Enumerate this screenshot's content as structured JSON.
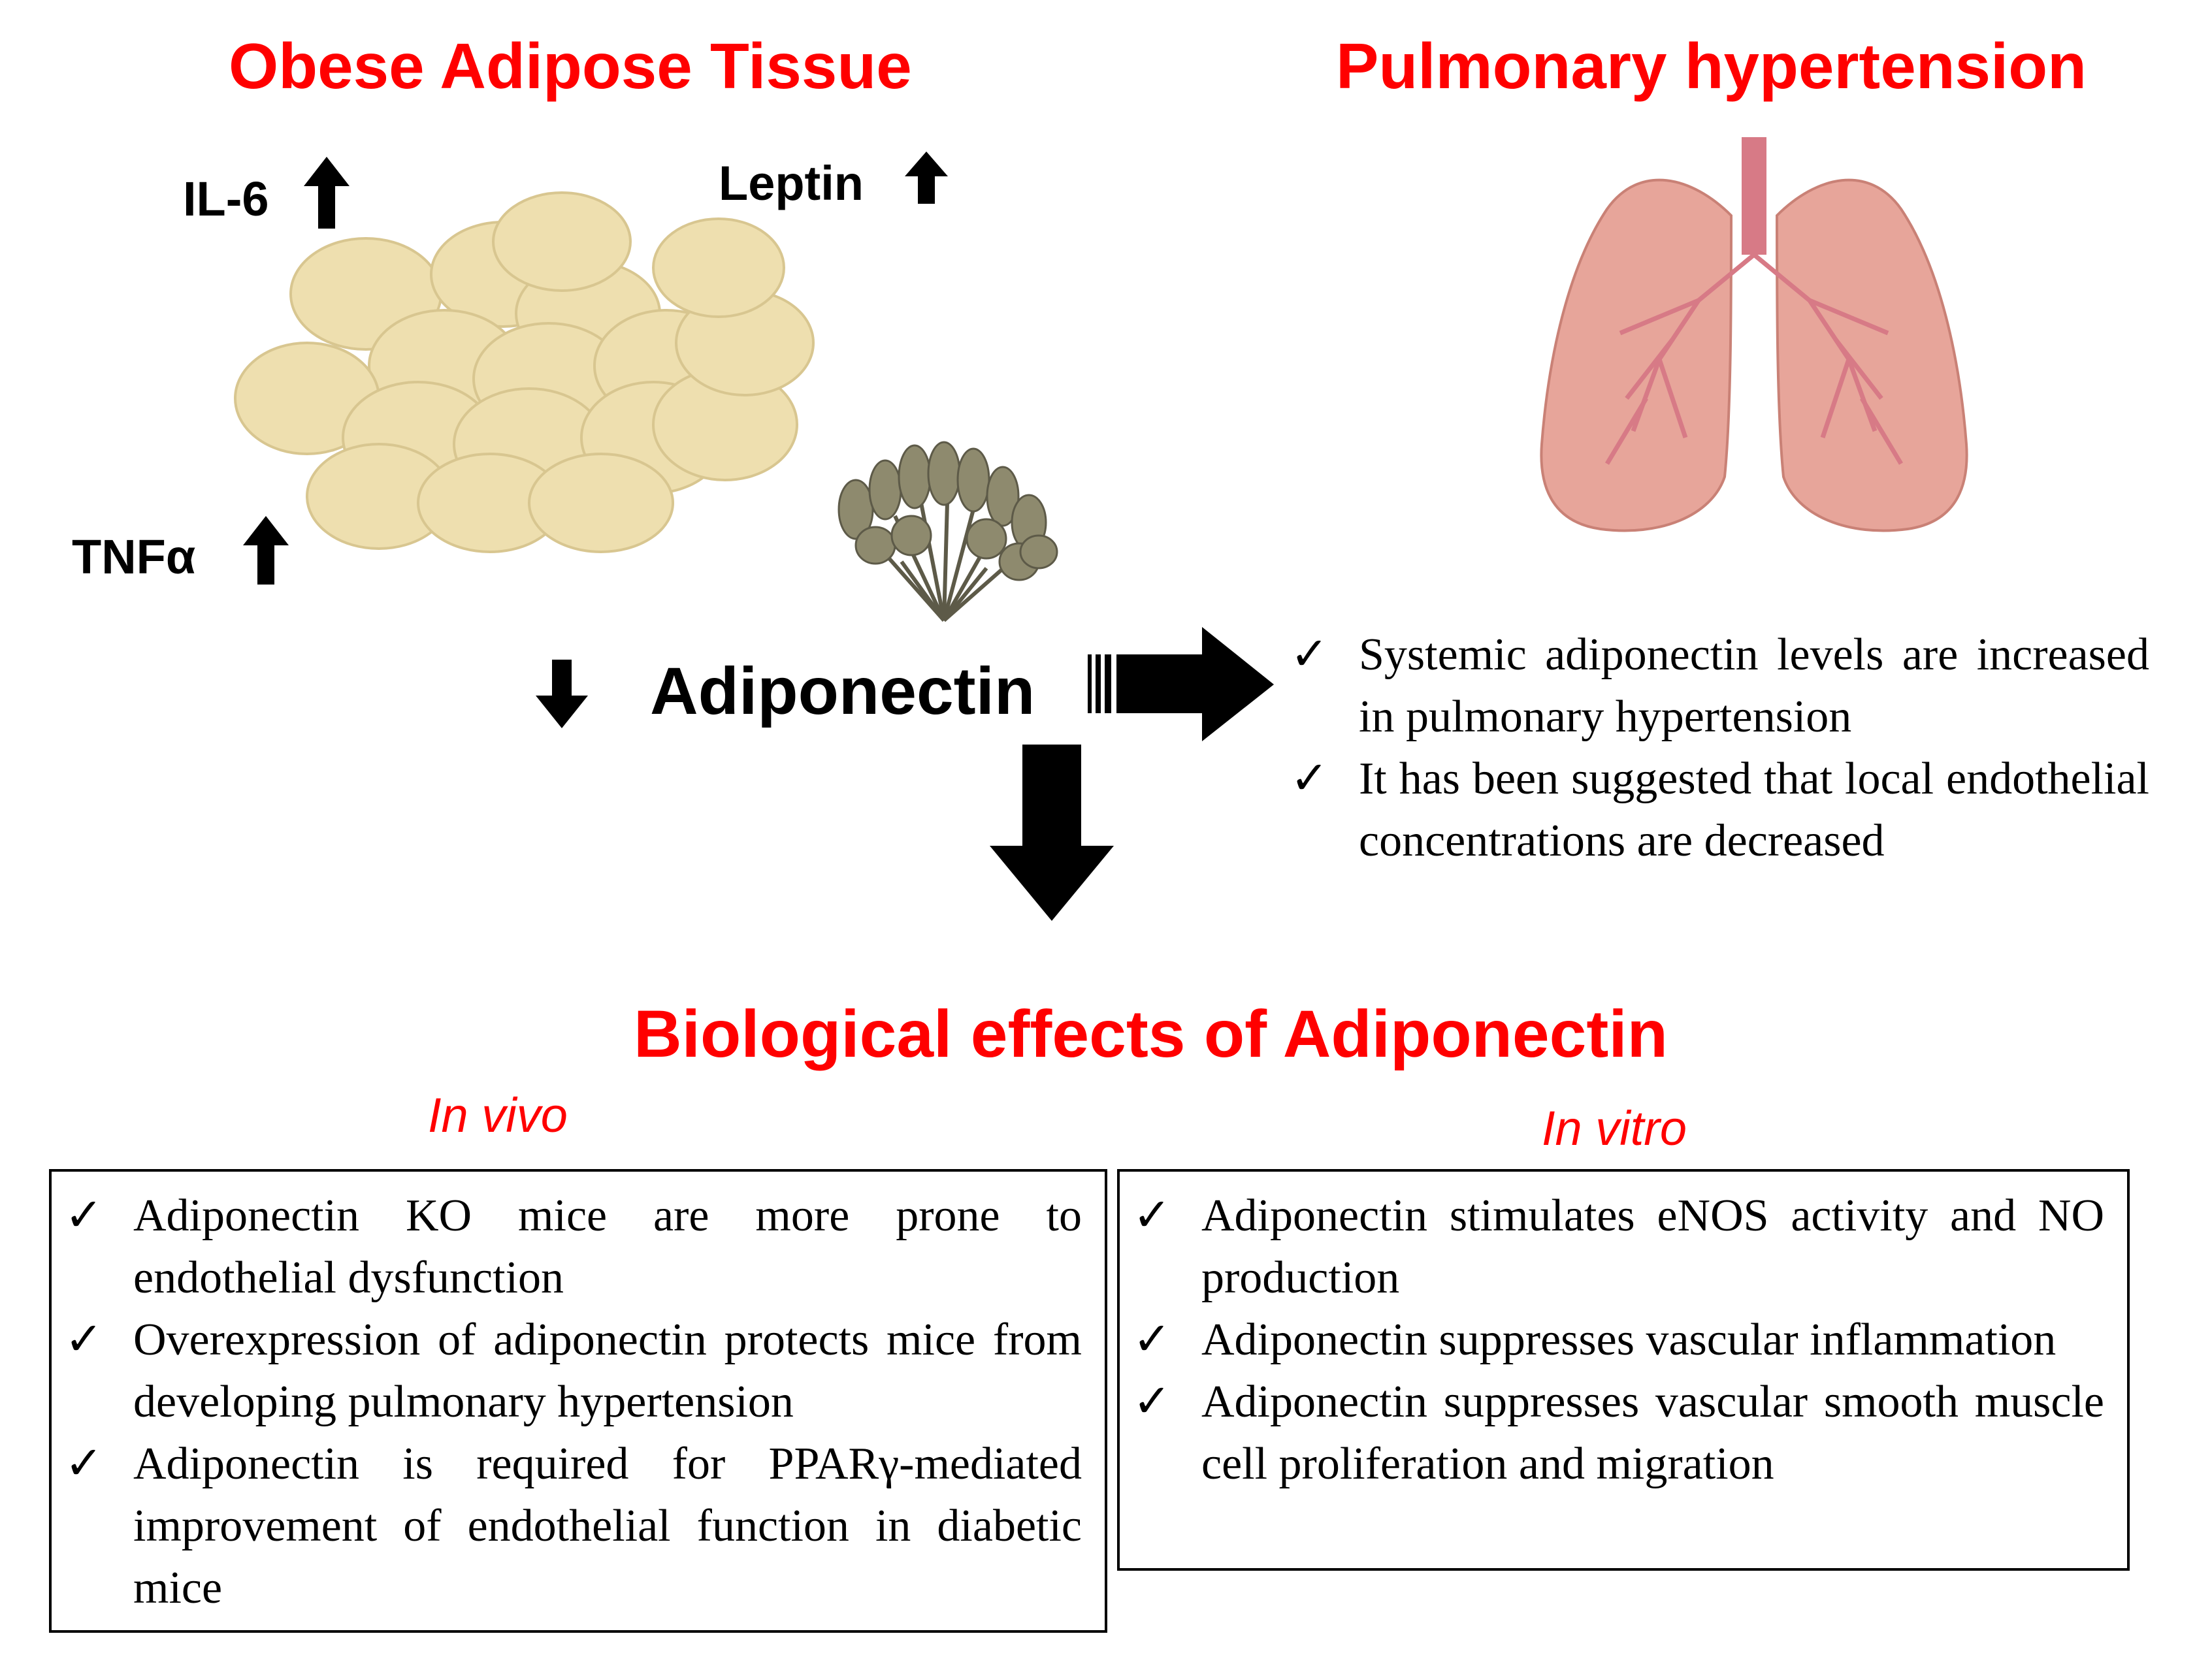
{
  "titles": {
    "adipose": "Obese Adipose Tissue",
    "ph": "Pulmonary hypertension",
    "bio": "Biological effects of Adiponectin"
  },
  "markers": {
    "il6": "IL-6",
    "leptin": "Leptin",
    "tnfa": "TNFα",
    "adiponectin": "Adiponectin"
  },
  "check_mark": "✓",
  "ph_notes": [
    "Systemic adiponectin levels are increased in pulmonary hypertension",
    "It has been suggested that local endothelial concentrations are decreased"
  ],
  "in_vivo": {
    "label": "In vivo",
    "items": [
      "Adiponectin KO mice are more prone to endothelial dysfunction",
      "Overexpression of adiponectin protects mice from developing pulmonary hypertension",
      "Adiponectin is required for PPARγ-mediated improvement of endothelial function in diabetic mice"
    ]
  },
  "in_vitro": {
    "label": "In vitro",
    "items": [
      "Adiponectin stimulates eNOS activity and NO production",
      "Adiponectin suppresses vascular inflammation",
      "Adiponectin suppresses vascular smooth muscle cell proliferation and migration"
    ]
  },
  "colors": {
    "title_red": "#ff0000",
    "adipocyte_fill": "#eedfaf",
    "adipocyte_stroke": "#d8c690",
    "lung_fill": "#e7a59a",
    "airway": "#d77a86",
    "protein": "#8e8a6e"
  },
  "icons": [
    "adipocyte-cluster-illustration",
    "adiponectin-protein-icon",
    "lungs-illustration",
    "arrow-up-icon",
    "arrow-down-icon",
    "arrow-right-icon"
  ]
}
